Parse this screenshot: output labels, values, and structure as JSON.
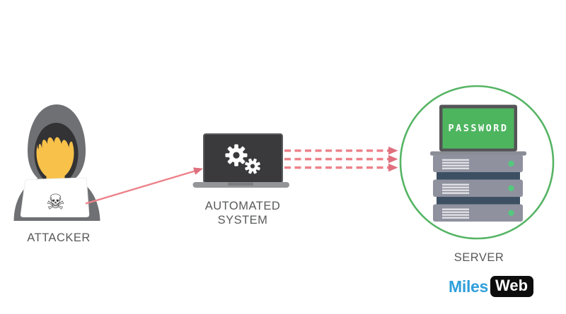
{
  "diagram": {
    "attacker": {
      "label": "ATTACKER"
    },
    "automated_system": {
      "label": "AUTOMATED\nSYSTEM"
    },
    "server": {
      "label": "SERVER",
      "monitor_text": "PASSWORD"
    },
    "edges": [
      {
        "from": "ATTACKER",
        "to": "AUTOMATED SYSTEM",
        "style": "solid",
        "arrows": 1
      },
      {
        "from": "AUTOMATED SYSTEM",
        "to": "SERVER",
        "style": "dashed",
        "arrows": 3
      }
    ]
  },
  "logo": {
    "miles": "Miles",
    "web": "Web"
  },
  "icons": {
    "skull": {
      "name": "skull-crossbones-icon",
      "glyph": "☠"
    },
    "attacker": "hooded-hacker-with-laptop",
    "automated_system": "laptop-with-gears",
    "server": "server-rack-with-password-monitor"
  },
  "colors": {
    "text": "#58595b",
    "hood": "#6f7073",
    "hood-dark": "#333234",
    "face": "#f8c149",
    "lid-white": "#ffffff",
    "skull": "#414042",
    "screen-dark": "#3a393b",
    "screen-edge": "#5a5b5e",
    "gear-white": "#ffffff",
    "laptop-base": "#939598",
    "arrow": "#ed828a",
    "arrow-head": "#e0707e",
    "circle-green": "#55b464",
    "monitor-frame": "#545456",
    "screen-green": "#4eb55f",
    "rack-gray": "#8f919e",
    "rack-navy": "#3d4f63",
    "rack-line": "#e4e5e9",
    "dot-green": "#54c97e",
    "logo-blue": "#2f9fdb",
    "logo-badge": "#0d0d0d"
  }
}
